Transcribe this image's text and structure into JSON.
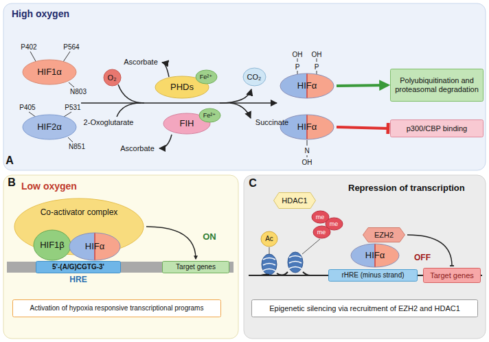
{
  "diagram": {
    "nodes": [
      {
        "text": [
          "High oxygen"
        ]
      },
      {
        "text": [
          "HIF1α"
        ],
        "in": 0
      },
      {
        "text": [
          "HIF2α"
        ],
        "in": 0
      },
      {
        "text": [
          "O₂"
        ],
        "in": 0
      },
      {
        "text": [
          "PHDs"
        ],
        "in": 0
      },
      {
        "text": [
          "Fe²⁺"
        ],
        "in": 0
      },
      {
        "text": [
          "FIH"
        ],
        "in": 0
      },
      {
        "text": [
          "Fe²⁺"
        ],
        "in": 0
      },
      {
        "text": [
          "CO₂"
        ],
        "in": 0
      },
      {
        "text": [
          "HIFα"
        ],
        "in": 0
      },
      {
        "text": [
          "HIFα"
        ],
        "in": 0
      },
      {
        "text": [
          "Polyubiquitination and proteasomal degradation"
        ],
        "in": 0
      },
      {
        "text": [
          "p300/CBP binding"
        ],
        "in": 0
      },
      {
        "text": [
          "Low oxygen"
        ]
      },
      {
        "text": [
          "Co-activator complex"
        ],
        "in": 13
      },
      {
        "text": [
          "HIF1β"
        ],
        "in": 13
      },
      {
        "text": [
          "HIFα"
        ],
        "in": 13
      },
      {
        "text": [
          "5'-(A/G)CGTG-3'",
          "HRE"
        ],
        "in": 13
      },
      {
        "text": [
          "Target genes"
        ],
        "in": 13
      },
      {
        "text": [
          "Activation of hypoxia responsive transcriptional programs"
        ],
        "in": 13
      },
      {
        "text": [
          "Repression of transcription"
        ]
      },
      {
        "text": [
          "HDAC1"
        ],
        "in": 20
      },
      {
        "text": [
          "Ac"
        ],
        "in": 20
      },
      {
        "text": [
          "me"
        ],
        "in": 20
      },
      {
        "text": [
          "me"
        ],
        "in": 20
      },
      {
        "text": [
          "me"
        ],
        "in": 20
      },
      {
        "text": [
          "EZH2"
        ],
        "in": 20
      },
      {
        "text": [
          "HIFα"
        ],
        "in": 20
      },
      {
        "text": [
          "rHRE (minus strand)"
        ],
        "in": 20
      },
      {
        "text": [
          "Target genes"
        ],
        "in": 20
      },
      {
        "text": [
          "Epigenetic silencing via recruitment of EZH2 and HDAC1"
        ],
        "in": 20
      }
    ],
    "edges": [
      {
        "from": 9,
        "to": 11,
        "arrow": "to"
      },
      {
        "from": 10,
        "to": 12,
        "arrow": "to"
      },
      {
        "from": 14,
        "to": 18,
        "arrow": "to"
      },
      {
        "from": 26,
        "to": 29,
        "arrow": "to"
      }
    ],
    "labels": [
      "A",
      "B",
      "C",
      "P402",
      "P564",
      "N803",
      "P405",
      "P531",
      "N851",
      "Ascorbate",
      "2-Oxoglutarate",
      "Ascorbate",
      "Succinate",
      "OH",
      "P",
      "OH",
      "P",
      "N",
      "OH",
      "ON",
      "OFF"
    ]
  }
}
